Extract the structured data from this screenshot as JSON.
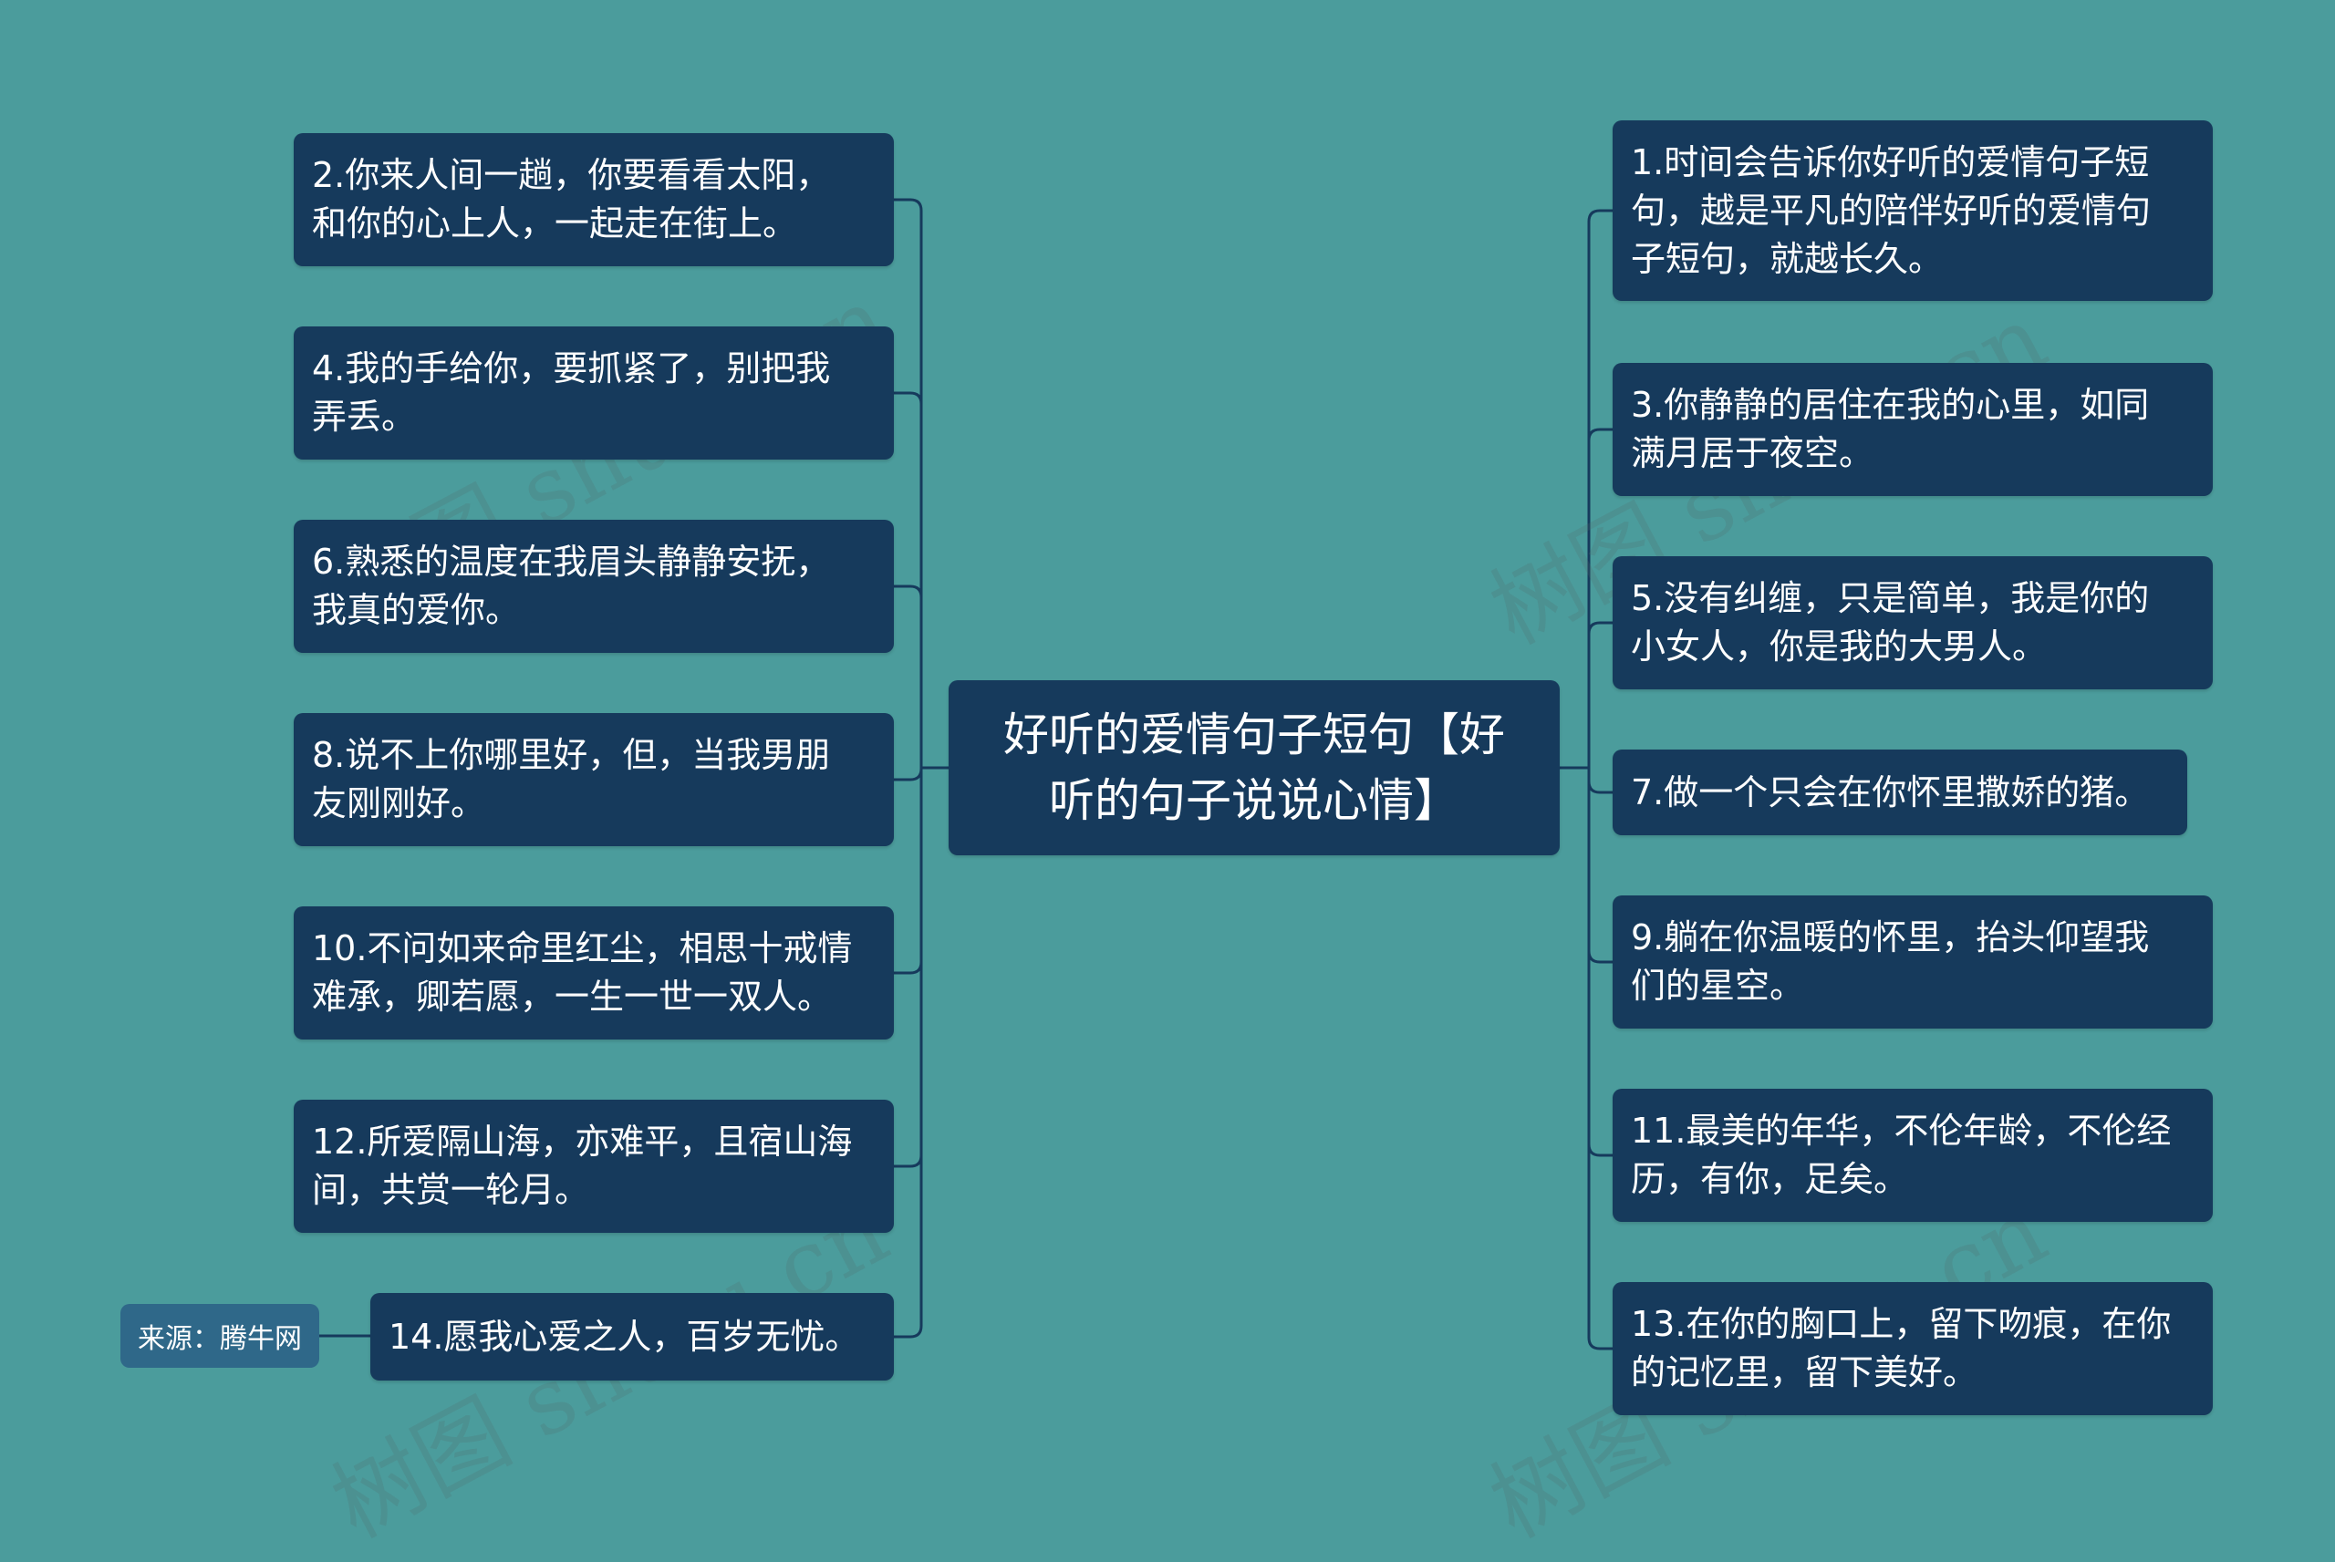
{
  "colors": {
    "background": "#4b9c9c",
    "node_fill": "#163a5c",
    "source_fill": "#2f6889",
    "connector": "#163a5c",
    "text": "#ffffff"
  },
  "center": {
    "text": "好听的爱情句子短句【好\n听的句子说说心情】"
  },
  "left_nodes": [
    {
      "text": "2.你来人间一趟，你要看看太阳，\n和你的心上人，一起走在街上。"
    },
    {
      "text": "4.我的手给你，要抓紧了，别把我\n弄丢。"
    },
    {
      "text": "6.熟悉的温度在我眉头静静安抚，\n我真的爱你。"
    },
    {
      "text": "8.说不上你哪里好，但，当我男朋\n友刚刚好。"
    },
    {
      "text": "10.不问如来命里红尘，相思十戒情\n难承，卿若愿，一生一世一双人。"
    },
    {
      "text": "12.所爱隔山海，亦难平，且宿山海\n间，共赏一轮月。"
    },
    {
      "text": "14.愿我心爱之人，百岁无忧。"
    }
  ],
  "right_nodes": [
    {
      "text": "1.时间会告诉你好听的爱情句子短\n句，越是平凡的陪伴好听的爱情句\n子短句，就越长久。"
    },
    {
      "text": "3.你静静的居住在我的心里，如同\n满月居于夜空。"
    },
    {
      "text": "5.没有纠缠，只是简单，我是你的\n小女人，你是我的大男人。"
    },
    {
      "text": "7.做一个只会在你怀里撒娇的猪。"
    },
    {
      "text": "9.躺在你温暖的怀里，抬头仰望我\n们的星空。"
    },
    {
      "text": "11.最美的年华，不伦年龄，不伦经\n历，有你，足矣。"
    },
    {
      "text": "13.在你的胸口上，留下吻痕，在你\n的记忆里，留下美好。"
    }
  ],
  "source_label": "来源：腾牛网",
  "watermark_text": "树图 shutu.cn"
}
